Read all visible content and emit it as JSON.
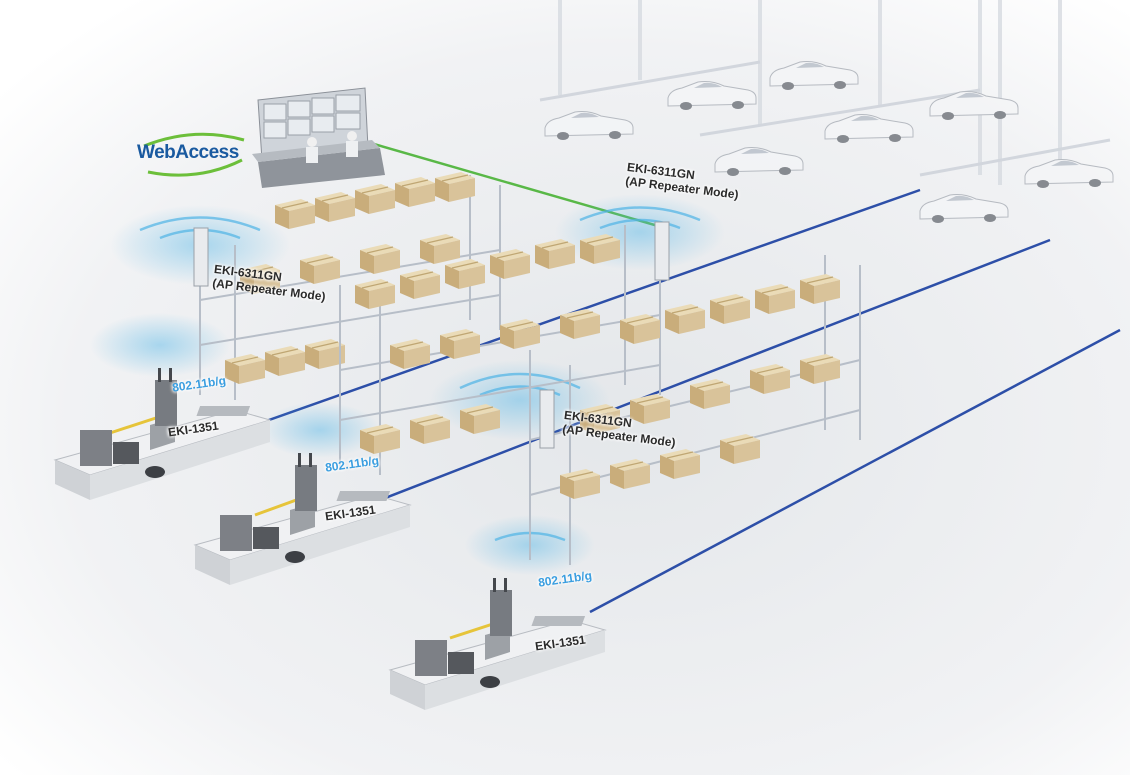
{
  "logo": {
    "text": "WebAccess",
    "colors": {
      "text": "#1a5aa0",
      "swoosh": "#6cbf3a"
    }
  },
  "access_points": [
    {
      "model": "EKI-6311GN",
      "mode": "(AP Repeater Mode)"
    },
    {
      "model": "EKI-6311GN",
      "mode": "(AP Repeater Mode)"
    },
    {
      "model": "EKI-6311GN",
      "mode": "(AP Repeater Mode)"
    }
  ],
  "vehicles": [
    {
      "protocol": "802.11b/g",
      "device": "EKI-1351"
    },
    {
      "protocol": "802.11b/g",
      "device": "EKI-1351"
    },
    {
      "protocol": "802.11b/g",
      "device": "EKI-1351"
    }
  ],
  "colors": {
    "link_wired": "#59b847",
    "track_line": "#2d4fa8",
    "wifi_wave": "#4fb4e6",
    "box": "#d9c39a",
    "rack": "#c9ced6",
    "vehicle": "#e6e8eb"
  },
  "icons": [
    "control-room-icon",
    "wifi-signal-icon",
    "agv-vehicle-icon",
    "storage-rack-icon",
    "car-assembly-icon"
  ]
}
